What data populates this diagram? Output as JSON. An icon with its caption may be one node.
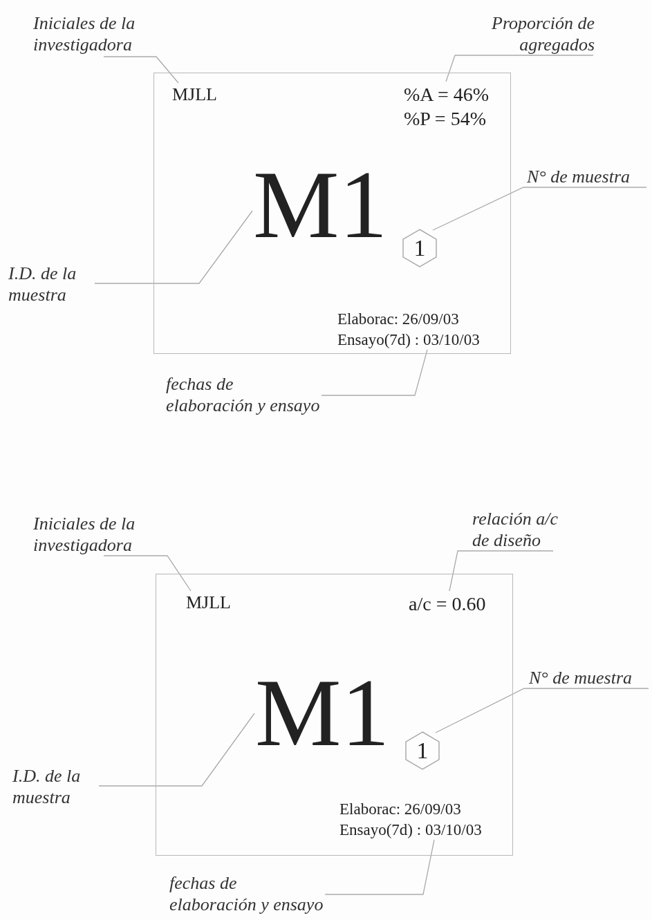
{
  "diagram": {
    "nodes": [
      {
        "text": [],
        "shape": "box"
      },
      {
        "text": [
          "MJLL"
        ],
        "in": 0
      },
      {
        "text": [
          "%A = 46%",
          "%P = 54%"
        ],
        "in": 0
      },
      {
        "text": [
          "M1"
        ],
        "in": 0
      },
      {
        "text": [
          "1"
        ],
        "in": 0
      },
      {
        "text": [
          "Elaborac: 26/09/03",
          "Ensayo(7d) : 03/10/03"
        ],
        "in": 0
      },
      {
        "text": [
          "Iniciales de la investigadora"
        ]
      },
      {
        "text": [
          "Proporción de agregados"
        ]
      },
      {
        "text": [
          "N° de muestra"
        ]
      },
      {
        "text": [
          "I.D. de la muestra"
        ]
      },
      {
        "text": [
          "fechas de elaboración y ensayo"
        ]
      },
      {
        "text": [],
        "shape": "box"
      },
      {
        "text": [
          "MJLL"
        ],
        "in": 11
      },
      {
        "text": [
          "a/c = 0.60"
        ],
        "in": 11
      },
      {
        "text": [
          "M1"
        ],
        "in": 11
      },
      {
        "text": [
          "1"
        ],
        "in": 11
      },
      {
        "text": [
          "Elaborac: 26/09/03",
          "Ensayo(7d) : 03/10/03"
        ],
        "in": 11
      },
      {
        "text": [
          "Iniciales de la investigadora"
        ]
      },
      {
        "text": [
          "relación a/c de diseño"
        ]
      },
      {
        "text": [
          "N° de muestra"
        ]
      },
      {
        "text": [
          "I.D. de la muestra"
        ]
      },
      {
        "text": [
          "fechas de elaboración y ensayo"
        ]
      }
    ],
    "edges": [
      {
        "from": 6,
        "to": 1,
        "arrow": "none"
      },
      {
        "from": 7,
        "to": 2,
        "arrow": "none"
      },
      {
        "from": 8,
        "to": 4,
        "arrow": "none"
      },
      {
        "from": 9,
        "to": 3,
        "arrow": "none"
      },
      {
        "from": 10,
        "to": 5,
        "arrow": "none"
      },
      {
        "from": 17,
        "to": 12,
        "arrow": "none"
      },
      {
        "from": 18,
        "to": 13,
        "arrow": "none"
      },
      {
        "from": 19,
        "to": 15,
        "arrow": "none"
      },
      {
        "from": 20,
        "to": 14,
        "arrow": "none"
      },
      {
        "from": 21,
        "to": 16,
        "arrow": "none"
      }
    ]
  }
}
